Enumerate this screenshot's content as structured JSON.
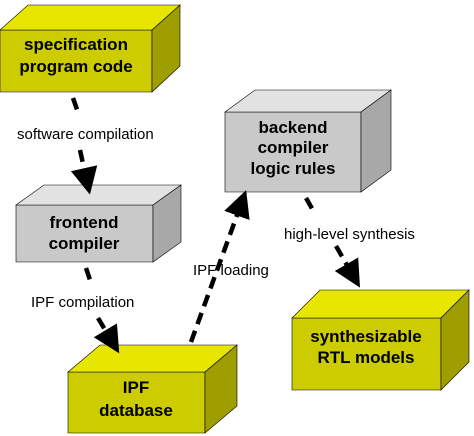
{
  "colors": {
    "yellow_front": "#cccc00",
    "yellow_top": "#e6e600",
    "yellow_side": "#9e9e00",
    "gray_front": "#c9c9c9",
    "gray_top": "#e2e2e2",
    "gray_side": "#a8a8a8",
    "edge": "#000000"
  },
  "boxes": {
    "spec": {
      "line1": "specification",
      "line2": "program code"
    },
    "frontend": {
      "line1": "frontend",
      "line2": "compiler"
    },
    "ipf": {
      "line1": "IPF",
      "line2": "database"
    },
    "backend": {
      "line1": "backend",
      "line2": "compiler",
      "line3": "logic rules"
    },
    "rtl": {
      "line1": "synthesizable",
      "line2": "RTL models"
    }
  },
  "edges": {
    "software_compilation": "software compilation",
    "ipf_compilation": "IPF compilation",
    "ipf_loading": "IPF loading",
    "high_level_synthesis": "high-level synthesis"
  }
}
